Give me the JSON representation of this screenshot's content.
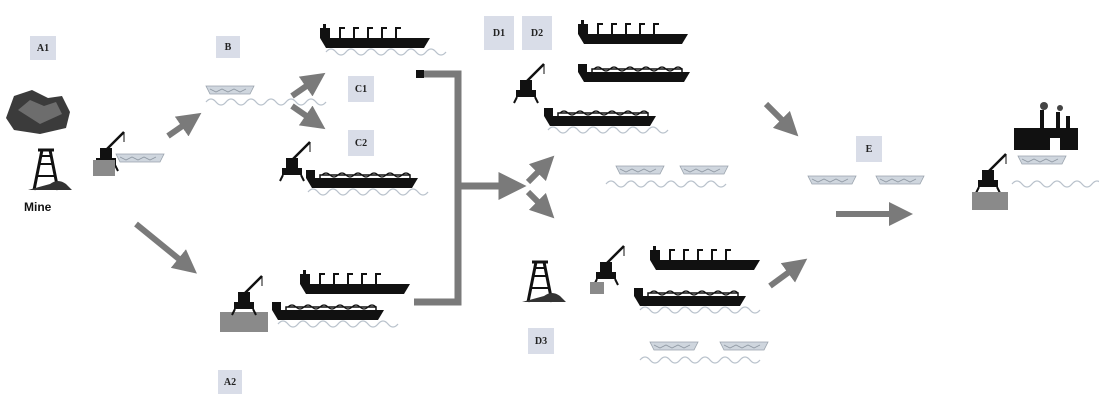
{
  "labels": {
    "a1": "A1",
    "b": "B",
    "c1": "C1",
    "c2": "C2",
    "d1": "D1",
    "d2": "D2",
    "d3": "D3",
    "e": "E",
    "a2": "A2",
    "mine": "Mine"
  },
  "colors": {
    "arrow": "#7a7a7a",
    "label_bg": "#d9dde8",
    "ship": "#111111",
    "barge": "#cfd6de",
    "wave": "#b9c2cc",
    "stockpile": "#8a8a8a"
  },
  "icons": [
    "mine-headframe-icon",
    "ore-pile-icon",
    "crane-icon",
    "ship-icon",
    "barge-icon",
    "factory-icon"
  ]
}
